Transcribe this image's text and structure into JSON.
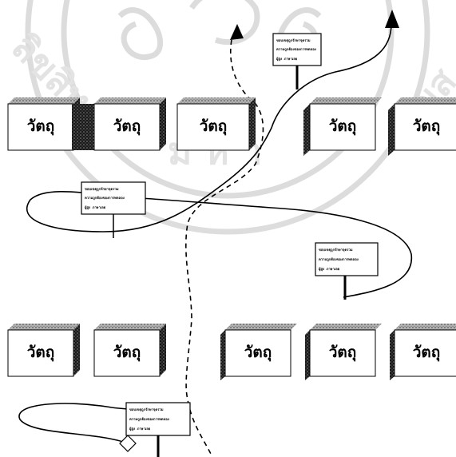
{
  "diagram": {
    "object_label": "วัตถุ",
    "rows": [
      {
        "boxes": [
          "วัตถุ",
          "วัตถุ",
          "วัตถุ",
          "วัตถุ",
          "วัตถุ"
        ]
      },
      {
        "boxes": [
          "วัตถุ",
          "วัตถุ",
          "วัตถุ",
          "วัตถุ",
          "วัตถุ"
        ]
      }
    ],
    "notes": [
      {
        "lines": [
          "ขอบเขตุถูกรักษาจุดรวม",
          "ความถูกต้องของการทดลอง",
          "ผู้สูง ภาษาเลย"
        ]
      },
      {
        "lines": [
          "ขอบเขตุถูกรักษาจุดรวม",
          "ความถูกต้องของการทดลอง",
          "ผู้สูง ภาษาเลย"
        ]
      },
      {
        "lines": [
          "ขอบเขตุถูกรักษาจุดรวม",
          "ความถูกต้องของการทดลอง",
          "ผู้สูง ภาษาเลย"
        ]
      },
      {
        "lines": [
          "ขอบเขตุถูกรักษาจุดรวม",
          "ความถูกต้องของการทดลอง",
          "ผู้สูง ภาษาเลย"
        ]
      }
    ],
    "watermark": {
      "text": "ลิขสิทธิ์มหาวิทยาลัยเชียงใหม่",
      "color": "#d9d9d9"
    },
    "colors": {
      "box_face": "#ffffff",
      "box_dark": "#1a1a1a",
      "box_texture": "#6b6b6b",
      "line": "#000000"
    }
  }
}
